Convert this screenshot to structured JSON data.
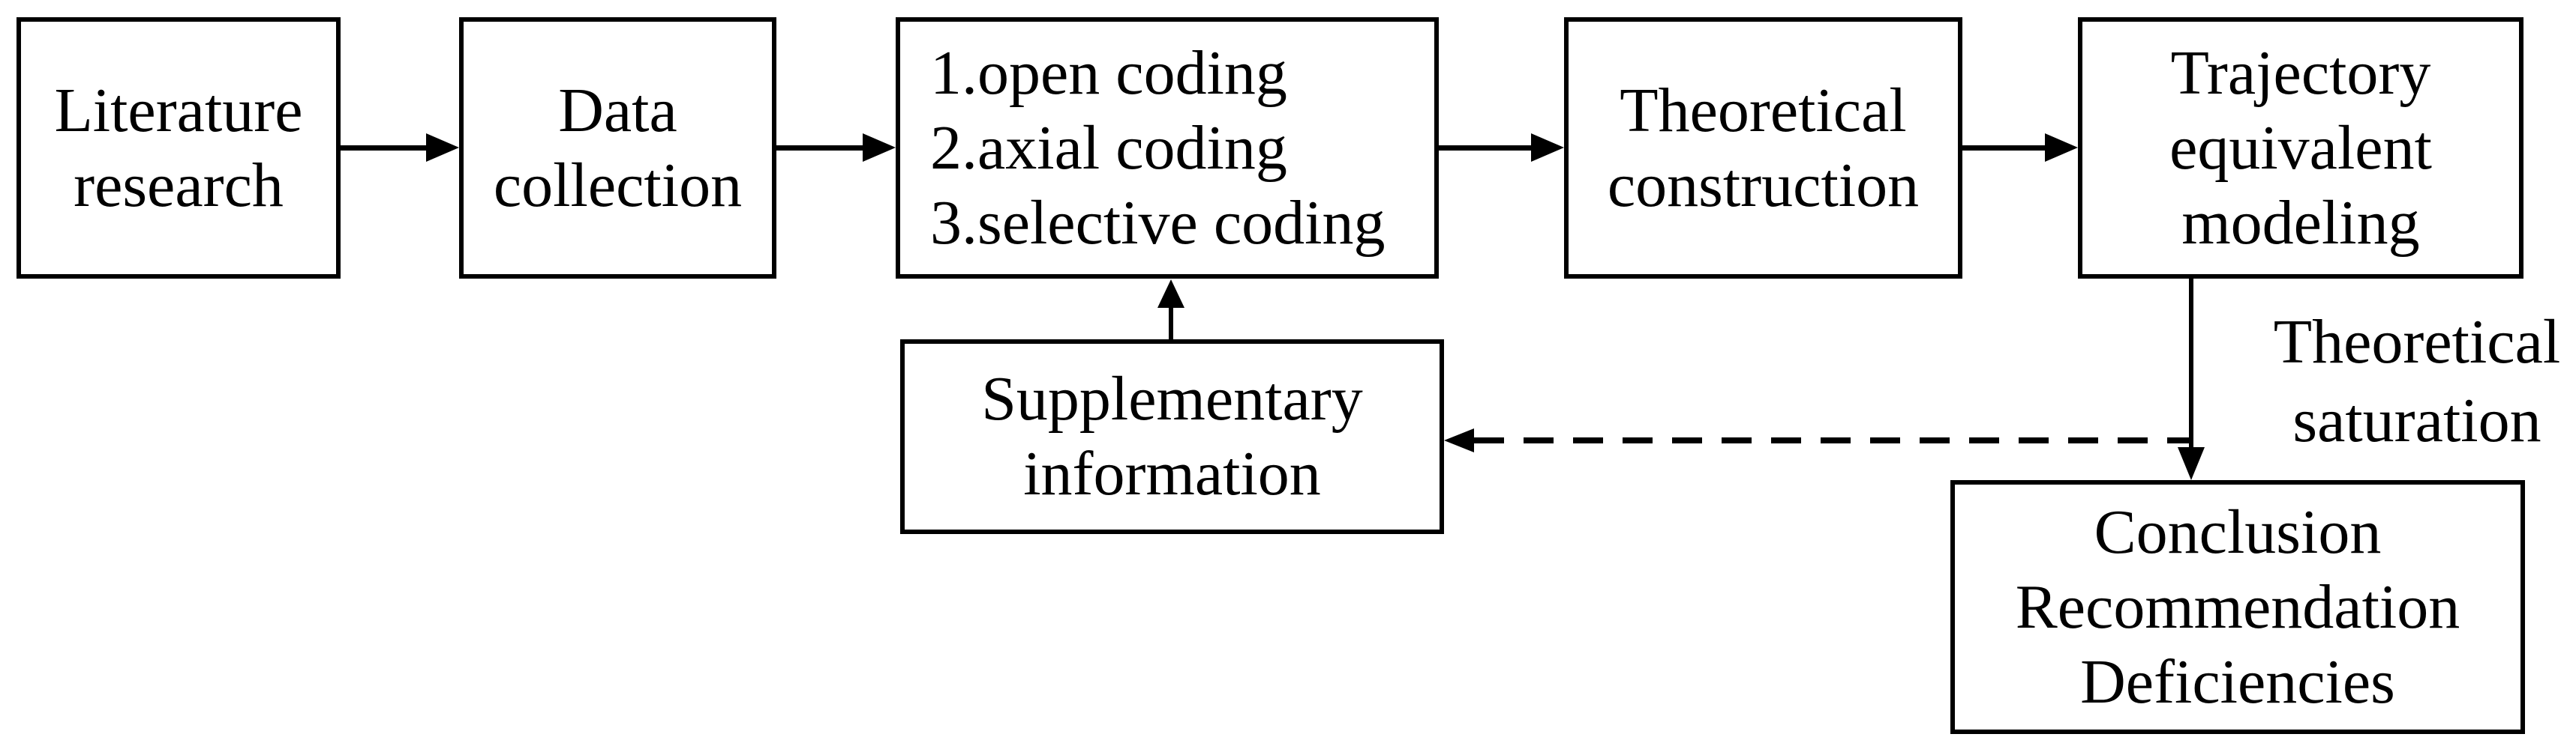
{
  "diagram": {
    "background_color": "#ffffff",
    "line_color": "#000000",
    "text_color": "#000000",
    "nodes": [
      {
        "id": "literature-research",
        "label": "Literature\nresearch"
      },
      {
        "id": "data-collection",
        "label": "Data\ncollection"
      },
      {
        "id": "coding-steps",
        "label": "1.open coding\n2.axial coding\n3.selective coding"
      },
      {
        "id": "theoretical-construction",
        "label": "Theoretical\nconstruction"
      },
      {
        "id": "trajectory-equivalent-modeling",
        "label": "Trajectory\nequivalent\nmodeling"
      },
      {
        "id": "supplementary-information",
        "label": "Supplementary\ninformation"
      },
      {
        "id": "conclusion-recommendation-deficiencies",
        "label": "Conclusion\nRecommendation\nDeficiencies"
      }
    ],
    "edges": [
      {
        "from": "literature-research",
        "to": "data-collection",
        "style": "solid"
      },
      {
        "from": "data-collection",
        "to": "coding-steps",
        "style": "solid"
      },
      {
        "from": "coding-steps",
        "to": "theoretical-construction",
        "style": "solid"
      },
      {
        "from": "theoretical-construction",
        "to": "trajectory-equivalent-modeling",
        "style": "solid"
      },
      {
        "from": "trajectory-equivalent-modeling",
        "to": "conclusion-recommendation-deficiencies",
        "style": "solid",
        "label": "Theoretical saturation"
      },
      {
        "from": "trajectory-to-conclusion-line",
        "to": "supplementary-information",
        "style": "dashed"
      },
      {
        "from": "supplementary-information",
        "to": "coding-steps",
        "style": "solid"
      }
    ],
    "edge_label": "Theoretical\nsaturation"
  }
}
